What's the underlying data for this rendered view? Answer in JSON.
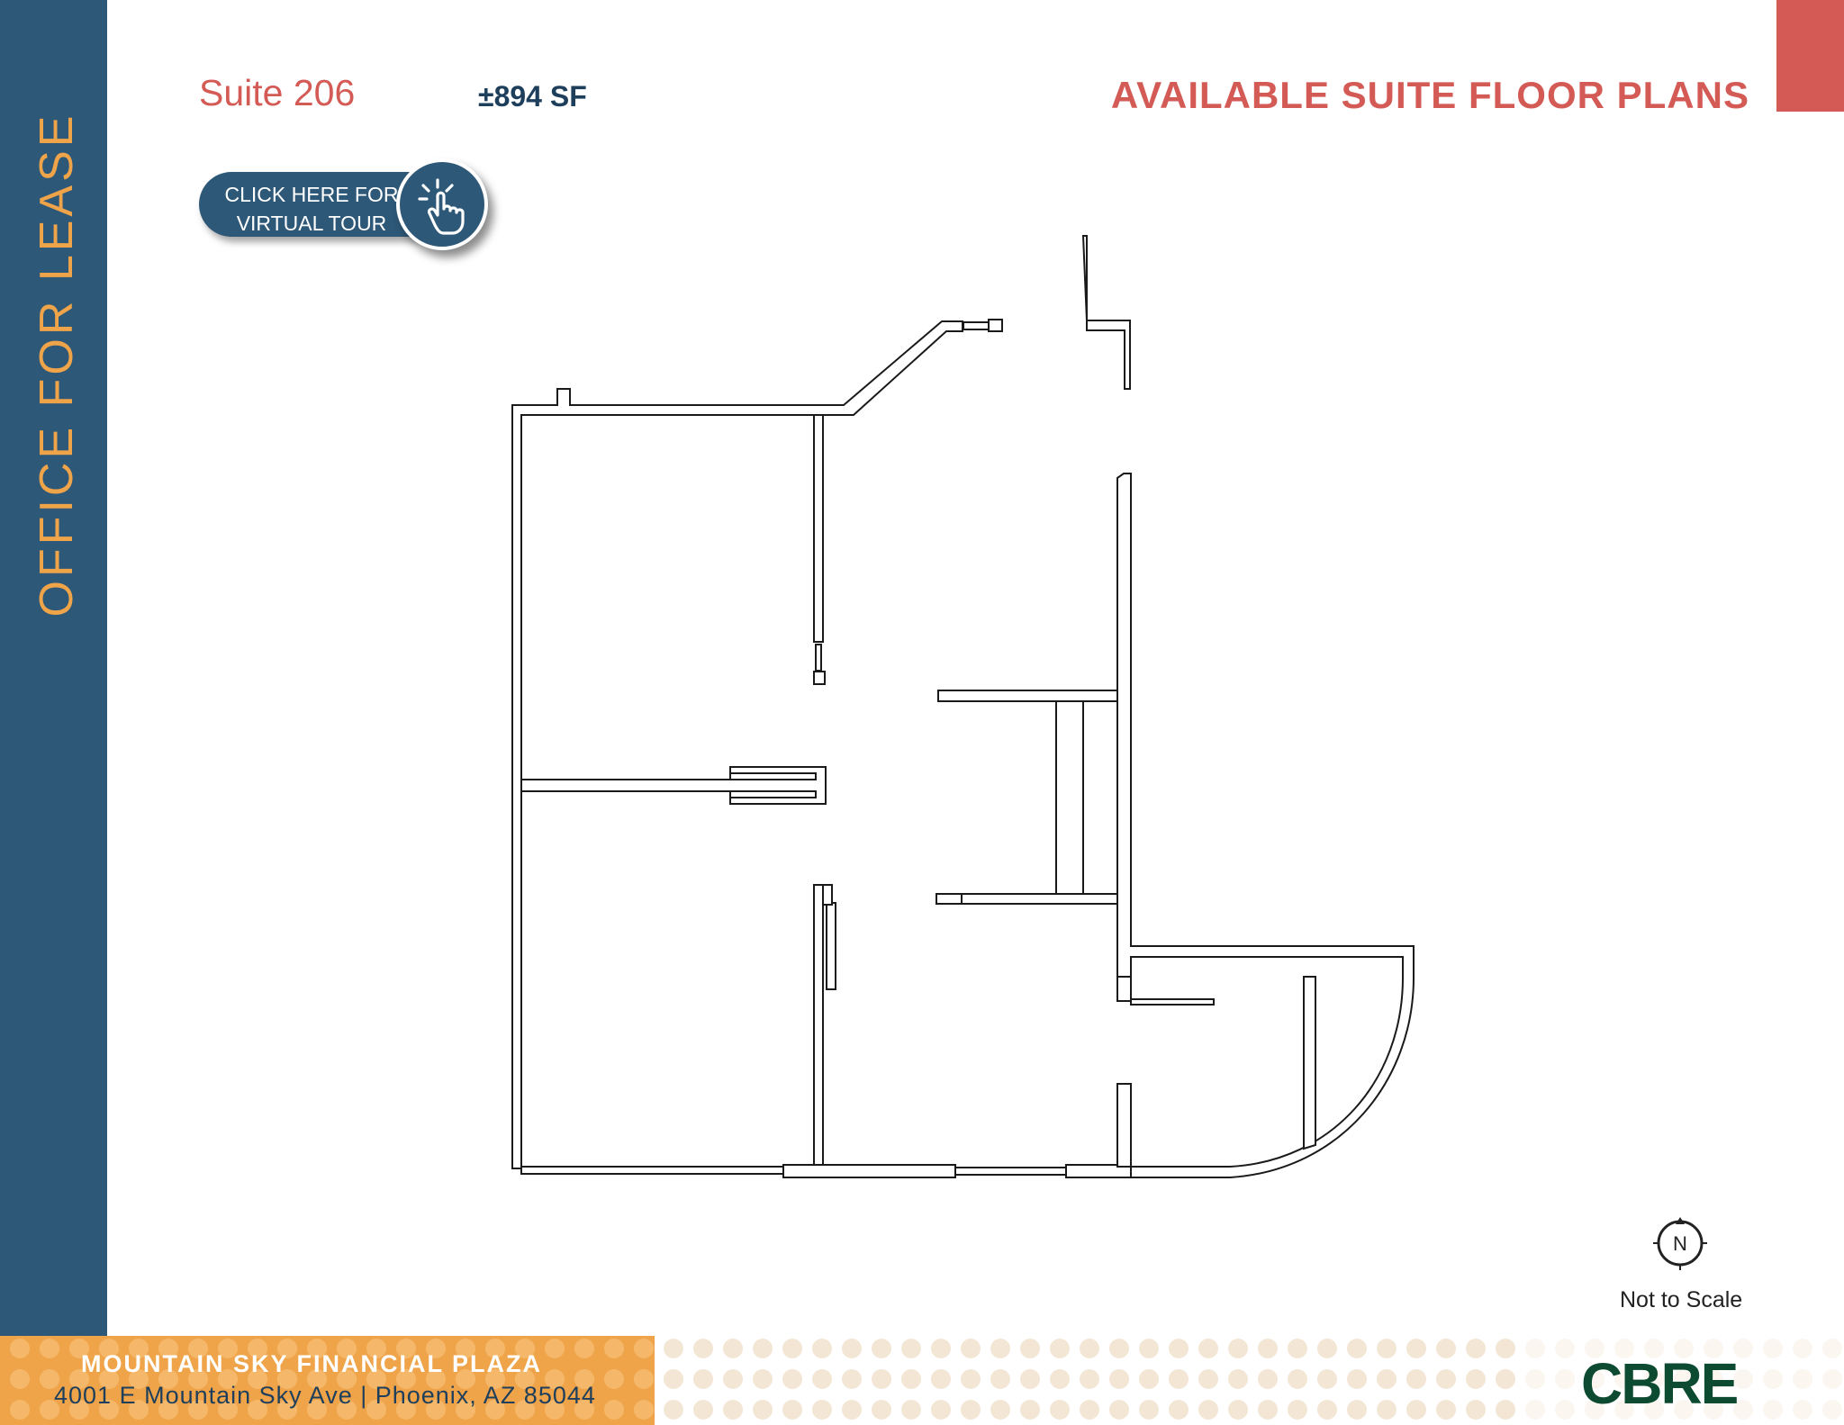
{
  "sidebar": {
    "label": "OFFICE FOR LEASE"
  },
  "header": {
    "suite": "Suite 206",
    "area": "±894 SF",
    "title": "AVAILABLE SUITE FLOOR PLANS"
  },
  "tour_button": {
    "line1": "CLICK HERE FOR",
    "line2": "VIRTUAL TOUR",
    "icon": "pointing-hand-icon"
  },
  "compass": {
    "letter": "N",
    "caption": "Not to Scale"
  },
  "footer": {
    "building": "MOUNTAIN SKY FINANCIAL PLAZA",
    "address": "4001 E Mountain Sky Ave | Phoenix, AZ 85044",
    "logo": "CBRE"
  },
  "colors": {
    "navy": "#2e5878",
    "coral": "#d45a55",
    "orange": "#f0a44a",
    "cbre_green": "#0d4a32"
  }
}
